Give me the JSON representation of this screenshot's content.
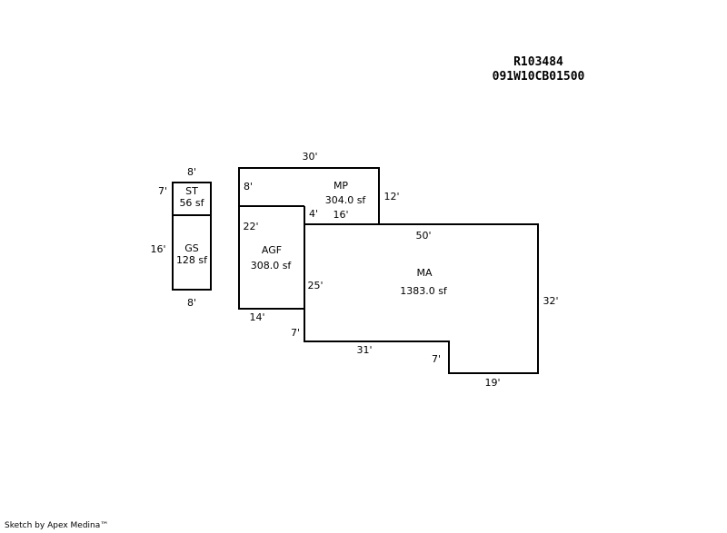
{
  "header": {
    "parcel_id": "R103484",
    "map_number": "091W10CB01500"
  },
  "areas": {
    "st": {
      "code": "ST",
      "area": "56 sf"
    },
    "gs": {
      "code": "GS",
      "area": "128 sf"
    },
    "mp": {
      "code": "MP",
      "area": "304.0 sf"
    },
    "agf": {
      "code": "AGF",
      "area": "308.0 sf"
    },
    "ma": {
      "code": "MA",
      "area": "1383.0 sf"
    }
  },
  "dimensions": {
    "st_top": "8'",
    "st_side": "7'",
    "gs_side": "16'",
    "gs_bottom": "8'",
    "mp_top": "30'",
    "mp_left": "8'",
    "mp_right": "12'",
    "mp_notch_side": "4'",
    "mp_notch_bottom": "16'",
    "agf_left": "22'",
    "agf_right": "25'",
    "agf_bottom": "14'",
    "ma_top": "50'",
    "ma_right": "32'",
    "ma_left_low": "7'",
    "ma_bottom_left": "31'",
    "ma_step": "7'",
    "ma_bottom_right": "19'"
  },
  "footer": {
    "credit": "Sketch by Apex Medina™"
  }
}
